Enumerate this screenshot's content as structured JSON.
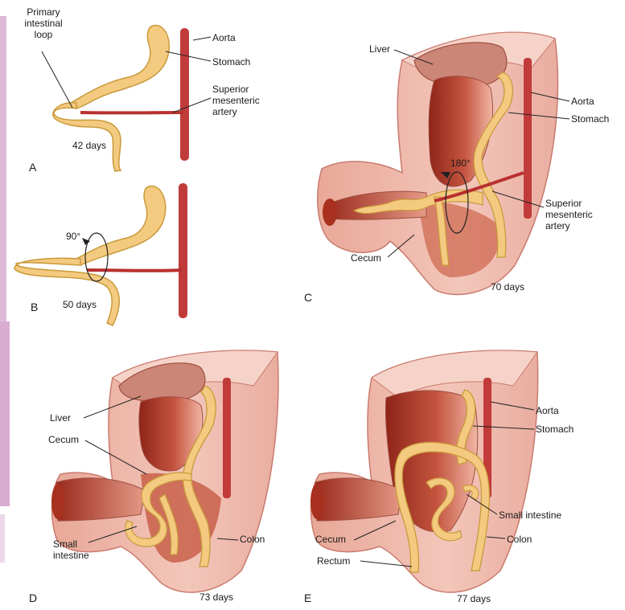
{
  "colors": {
    "embryo_body": "#eebcb0",
    "embryo_shade": "#d98e82",
    "cavity_dark": "#a63a2c",
    "liver": "#c87a6c",
    "aorta": "#bf3a3a",
    "intestine": "#f2c879",
    "intestine_outline": "#c99a3c",
    "leader": "#222222",
    "side_strip": "#b04a9a"
  },
  "panel_a": {
    "letter": "A",
    "days": "42 days",
    "primary_loop": "Primary\nintestinal\nloop",
    "aorta": "Aorta",
    "stomach": "Stomach",
    "sma": "Superior\nmesenteric\nartery"
  },
  "panel_b": {
    "letter": "B",
    "days": "50 days",
    "rotation": "90°"
  },
  "panel_c": {
    "letter": "C",
    "days": "70 days",
    "liver": "Liver",
    "aorta": "Aorta",
    "stomach": "Stomach",
    "rotation": "180°",
    "sma": "Superior\nmesenteric\nartery",
    "cecum": "Cecum"
  },
  "panel_d": {
    "letter": "D",
    "days": "73 days",
    "liver": "Liver",
    "cecum": "Cecum",
    "small_intestine": "Small\nintestine",
    "colon": "Colon"
  },
  "panel_e": {
    "letter": "E",
    "days": "77 days",
    "aorta": "Aorta",
    "stomach": "Stomach",
    "small_intestine": "Small intestine",
    "cecum": "Cecum",
    "colon": "Colon",
    "rectum": "Rectum"
  }
}
